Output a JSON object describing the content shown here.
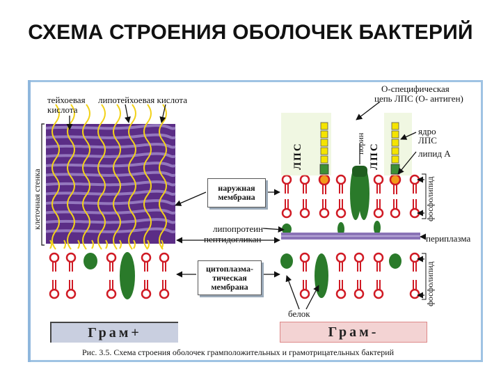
{
  "title": "СХЕМА СТРОЕНИЯ ОБОЛОЧЕК БАКТЕРИЙ",
  "labels": {
    "teichoic": "тейхоевая",
    "acid": "кислота",
    "lipoteichoic": "липотейхоевая кислота",
    "cell_wall": "клеточная стенка",
    "porin": "порин",
    "lps1": "ЛПС",
    "lps2": "ЛПС",
    "o_chain_1": "О-специфическая",
    "o_chain_2": "цепь ЛПС (О- антиген)",
    "core_1": "ядро",
    "core_2": "ЛПС",
    "lipid_a": "липид А",
    "phospholipid_top": "фосфолипид",
    "phospholipid_bottom": "фосфолипид",
    "outer_membrane_1": "наружная",
    "outer_membrane_2": "мембрана",
    "lipoprotein": "липопротеин",
    "peptidoglycan": "пептидогликан",
    "periplasm": "периплазма",
    "cyto_1": "цитоплазма-",
    "cyto_2": "тическая",
    "cyto_3": "мембрана",
    "protein": "белок",
    "gram_pos": "Грам+",
    "gram_neg": "Грам-",
    "caption": "Рис. 3.5. Схема строения оболочек грамположительных и грамотрицательных бактерий"
  },
  "colors": {
    "wall_purple": "#5b2d86",
    "wall_stripe": "#9a7fc4",
    "teichoic_yellow": "#f2d21a",
    "lipid_red": "#d01a24",
    "protein_green": "#2a7a2a",
    "lps_yellow": "#f5e400",
    "lps_green": "#3d8f36",
    "gram_pos_band": "#c9cfe0",
    "gram_neg_band": "#f3d3d3",
    "frame_blue": "#9fc3e3"
  }
}
